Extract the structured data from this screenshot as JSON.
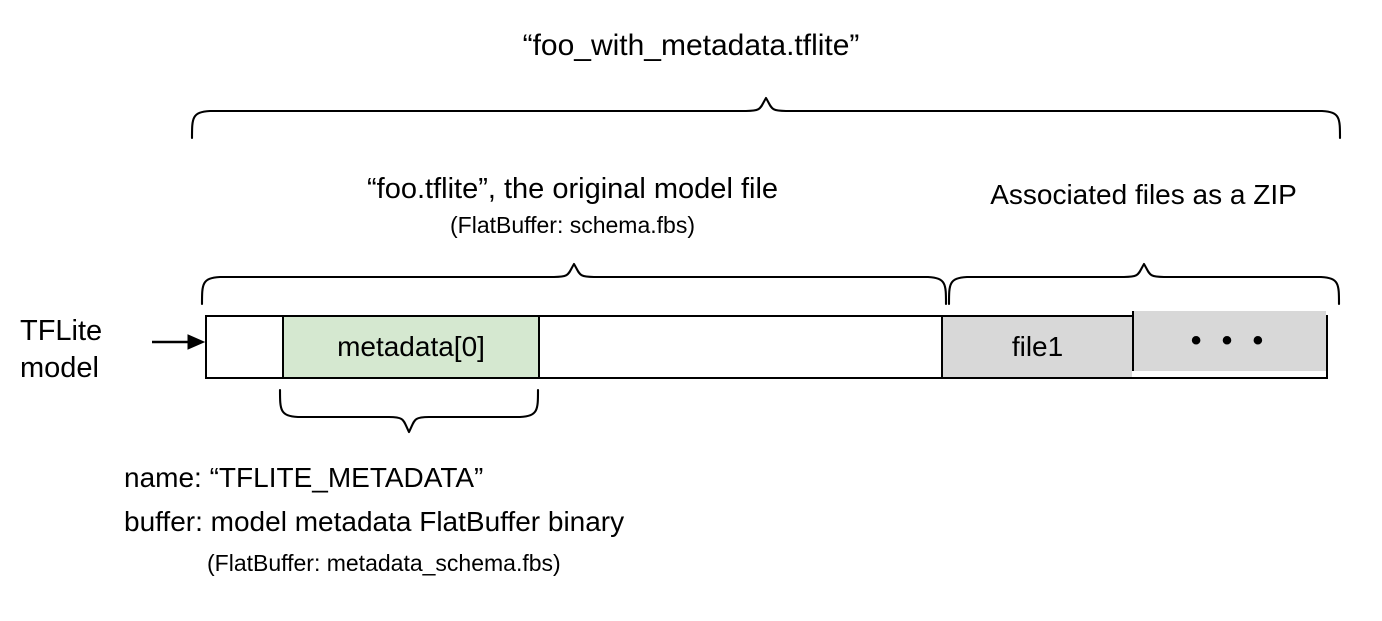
{
  "diagram": {
    "top_bracket_label": "“foo_with_metadata.tflite”",
    "model_section": {
      "label": "“foo.tflite”, the original model file",
      "sublabel": "(FlatBuffer: schema.fbs)"
    },
    "zip_section": {
      "label": "Associated files as a ZIP"
    },
    "side_label": {
      "line1": "TFLite",
      "line2": "model"
    },
    "arrow_icon": "right-arrow-icon",
    "bar_segments": [
      {
        "name": "leading-empty",
        "label": "",
        "fill": "#ffffff"
      },
      {
        "name": "metadata",
        "label": "metadata[0]",
        "fill": "#d5e8d0"
      },
      {
        "name": "model-body-empty",
        "label": "",
        "fill": "#ffffff"
      },
      {
        "name": "file1",
        "label": "file1",
        "fill": "#d8d8d8"
      },
      {
        "name": "more-files",
        "label": "• • •",
        "fill": "#d8d8d8"
      }
    ],
    "metadata_notes": {
      "line1": "name: “TFLITE_METADATA”",
      "line2": "buffer: model metadata FlatBuffer binary",
      "line3": "(FlatBuffer: metadata_schema.fbs)"
    },
    "colors": {
      "metadata_fill": "#d5e8d0",
      "zip_fill": "#d8d8d8",
      "stroke": "#000000",
      "background": "#ffffff"
    }
  }
}
